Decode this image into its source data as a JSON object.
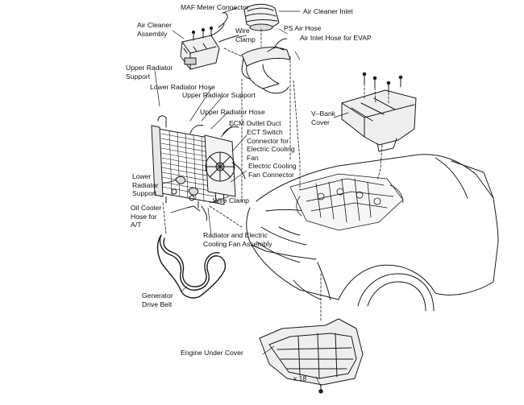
{
  "labels": {
    "maf_meter_connector": "MAF Meter Connector",
    "air_cleaner_inlet": "Air Cleaner Inlet",
    "air_cleaner_assembly": "Air Cleaner\nAssembly",
    "wire_clamp_top": "Wire\nClamp",
    "ps_air_hose": "PS Air Hose",
    "air_inlet_hose_evap": "Air Inlet Hose for EVAP",
    "upper_radiator_support_left": "Upper Radiator\nSupport",
    "lower_radiator_hose": "Lower Radiator Hose",
    "upper_radiator_support_mid": "Upper Radiator Support",
    "upper_radiator_hose": "Upper Radiator Hose",
    "v_bank_cover": "V–Bank\nCover",
    "ecm_outlet_duct": "ECM Outlet Duct",
    "ect_switch_connector": "ECT Switch\nConnector for\nElectric Cooling\nFan",
    "electric_cooling_fan_connector": "Electric Cooling\nFan Connector",
    "lower_radiator_support": "Lower\nRadiator\nSupport",
    "wire_clamp_bottom": "Wire Clamp",
    "oil_cooler_hose": "Oil Cooler\nHose for\nA/T",
    "radiator_fan_assembly": "Radiator and Electric\nCooling Fan Assembly",
    "generator_drive_belt": "Generator\nDrive Belt",
    "engine_under_cover": "Engine Under Cover",
    "bolt_count": "x 18"
  }
}
